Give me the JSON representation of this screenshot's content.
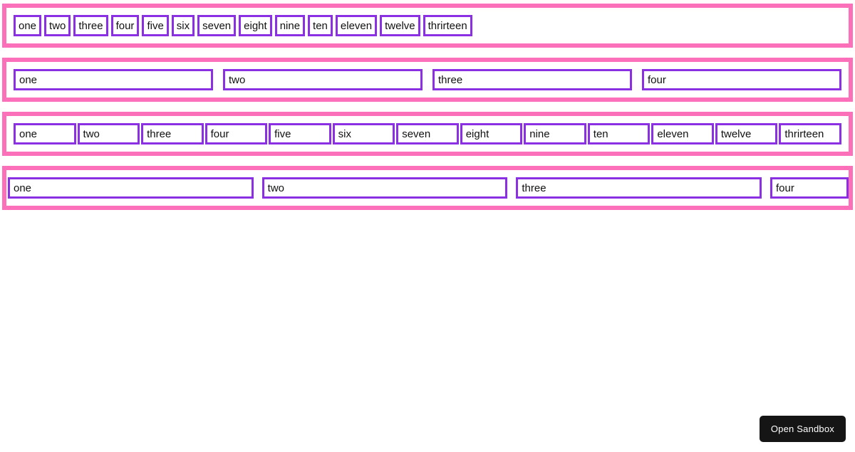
{
  "colors": {
    "container_border": "#fb70b8",
    "item_border": "#8b2fe2",
    "background": "#ffffff",
    "text": "#111111",
    "button_background": "#151515",
    "button_text": "#ffffff"
  },
  "rows": [
    {
      "name": "row-content-sized",
      "items": [
        "one",
        "two",
        "three",
        "four",
        "five",
        "six",
        "seven",
        "eight",
        "nine",
        "ten",
        "eleven",
        "twelve",
        "thrirteen"
      ]
    },
    {
      "name": "row-four-wide",
      "items": [
        "one",
        "two",
        "three",
        "four"
      ]
    },
    {
      "name": "row-thirteen-equal",
      "items": [
        "one",
        "two",
        "three",
        "four",
        "five",
        "six",
        "seven",
        "eight",
        "nine",
        "ten",
        "eleven",
        "twelve",
        "thrirteen"
      ]
    },
    {
      "name": "row-four-overflow",
      "items": [
        "one",
        "two",
        "three",
        "four"
      ]
    }
  ],
  "sandbox": {
    "button_label": "Open Sandbox"
  }
}
